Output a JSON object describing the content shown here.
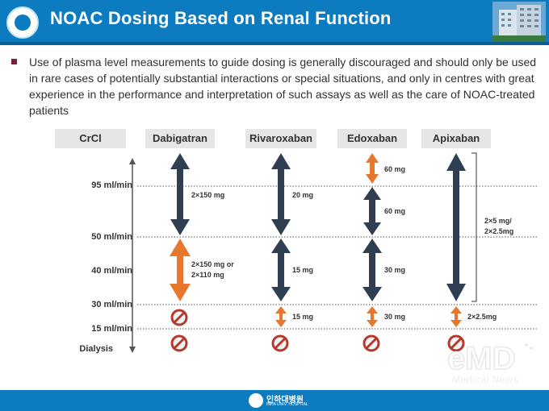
{
  "header": {
    "title": "NOAC Dosing Based on Renal Function"
  },
  "bullet": {
    "text": "Use of plasma level measurements to guide dosing is generally discouraged and should only be used in rare cases of potentially substantial interactions or special situations, and only in centres with great experience in the performance and interpretation of such assays as well as the care of NOAC-treated patients"
  },
  "table": {
    "columns": [
      "CrCl",
      "Dabigatran",
      "Rivaroxaban",
      "Edoxaban",
      "Apixaban"
    ],
    "crcl_levels": [
      "95 ml/min",
      "50 ml/min",
      "40 ml/min",
      "30 ml/min",
      "15 ml/min",
      "Dialysis"
    ],
    "dabigatran": {
      "dose1": "2×150 mg",
      "dose2a": "2×150 mg or",
      "dose2b": "2×110 mg"
    },
    "rivaroxaban": {
      "dose1": "20 mg",
      "dose2": "15 mg",
      "dose3": "15 mg"
    },
    "edoxaban": {
      "dose1": "60 mg",
      "dose2": "60 mg",
      "dose3": "30 mg",
      "dose4": "30 mg"
    },
    "apixaban": {
      "dose1a": "2×5 mg/",
      "dose1b": "2×2.5mg",
      "dose2": "2×2.5mg"
    }
  },
  "colors": {
    "header_blue": "#0c7bbf",
    "dark_arrow": "#2f3e51",
    "orange_arrow": "#e8772e",
    "no_symbol": "#b33a2e"
  },
  "footer": {
    "hospital_name": "인하대병원",
    "hospital_sub": "INHA UNIV. HOSPITAL"
  },
  "watermark": {
    "brand": "eMD",
    "tagline": "Medical News"
  }
}
